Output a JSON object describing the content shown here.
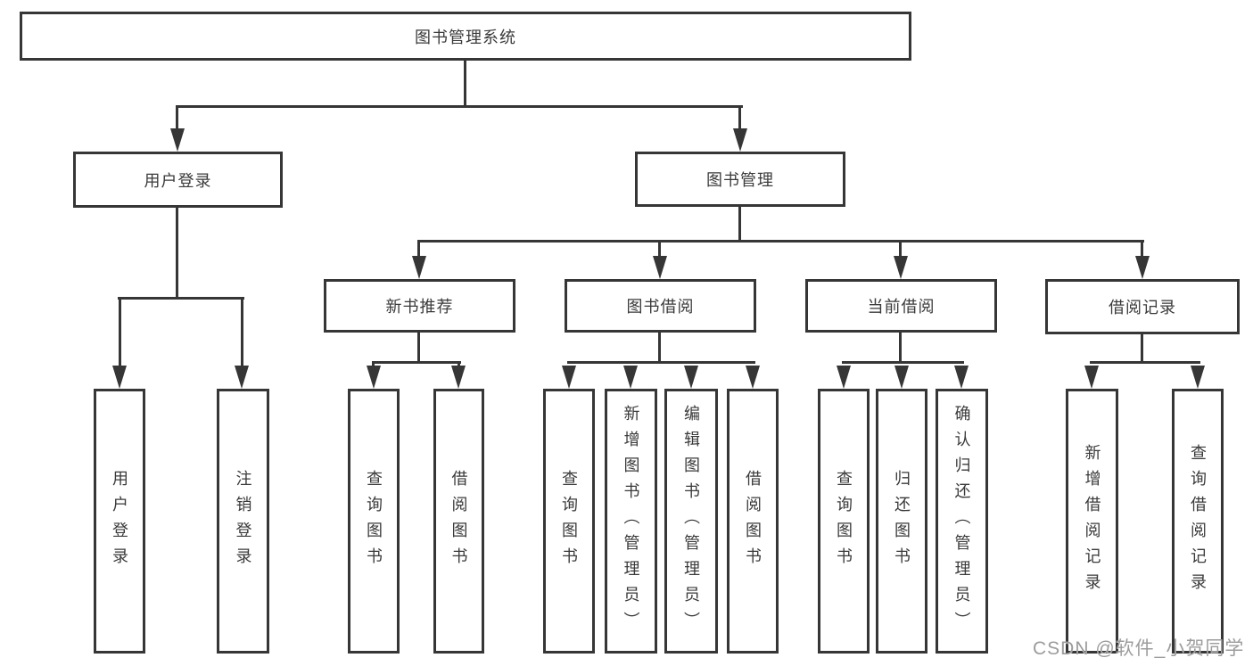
{
  "diagram": {
    "root": {
      "label": "图书管理系统"
    },
    "level2": [
      {
        "label": "用户登录"
      },
      {
        "label": "图书管理"
      }
    ],
    "level3": [
      {
        "label": "新书推荐"
      },
      {
        "label": "图书借阅"
      },
      {
        "label": "当前借阅"
      },
      {
        "label": "借阅记录"
      }
    ],
    "leaves": {
      "login": [
        "用户登录",
        "注销登录"
      ],
      "recommend": [
        "查询图书",
        "借阅图书"
      ],
      "borrow": [
        "查询图书",
        "新增图书（管理员）",
        "编辑图书（管理员）",
        "借阅图书"
      ],
      "current": [
        "查询图书",
        "归还图书",
        "确认归还（管理员）"
      ],
      "records": [
        "新增借阅记录",
        "查询借阅记录"
      ]
    }
  },
  "watermark": {
    "text": "CSDN @软件_小贺同学"
  },
  "colors": {
    "line": "#363636",
    "text": "#3a3a3a",
    "watermark": "#9c9c9c",
    "background": "#ffffff"
  }
}
